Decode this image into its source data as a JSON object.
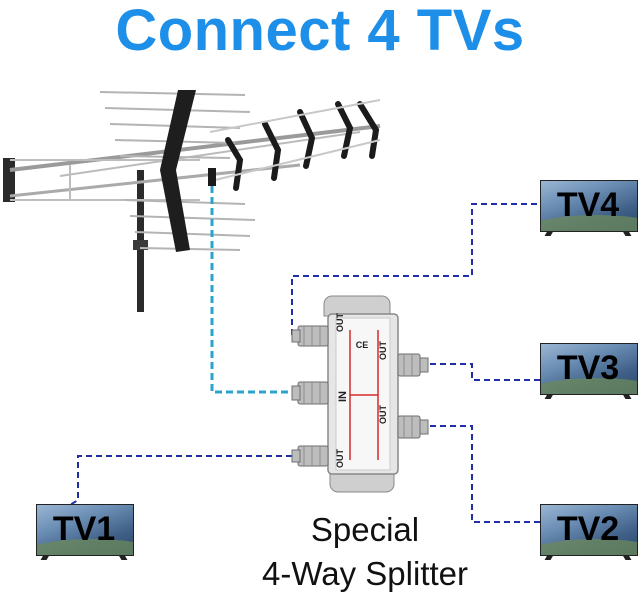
{
  "headline": "Connect 4 TVs",
  "headline_color": "#1e8fe8",
  "cable_color_tv": "#1f2fa8",
  "cable_color_antenna": "#2aa3cf",
  "tvs": [
    {
      "label": "TV4"
    },
    {
      "label": "TV3"
    },
    {
      "label": "TV2"
    },
    {
      "label": "TV1"
    }
  ],
  "splitter": {
    "ports": [
      "OUT",
      "IN",
      "OUT",
      "OUT",
      "OUT"
    ]
  },
  "caption": {
    "line1": "Special",
    "line2": "4-Way Splitter"
  }
}
